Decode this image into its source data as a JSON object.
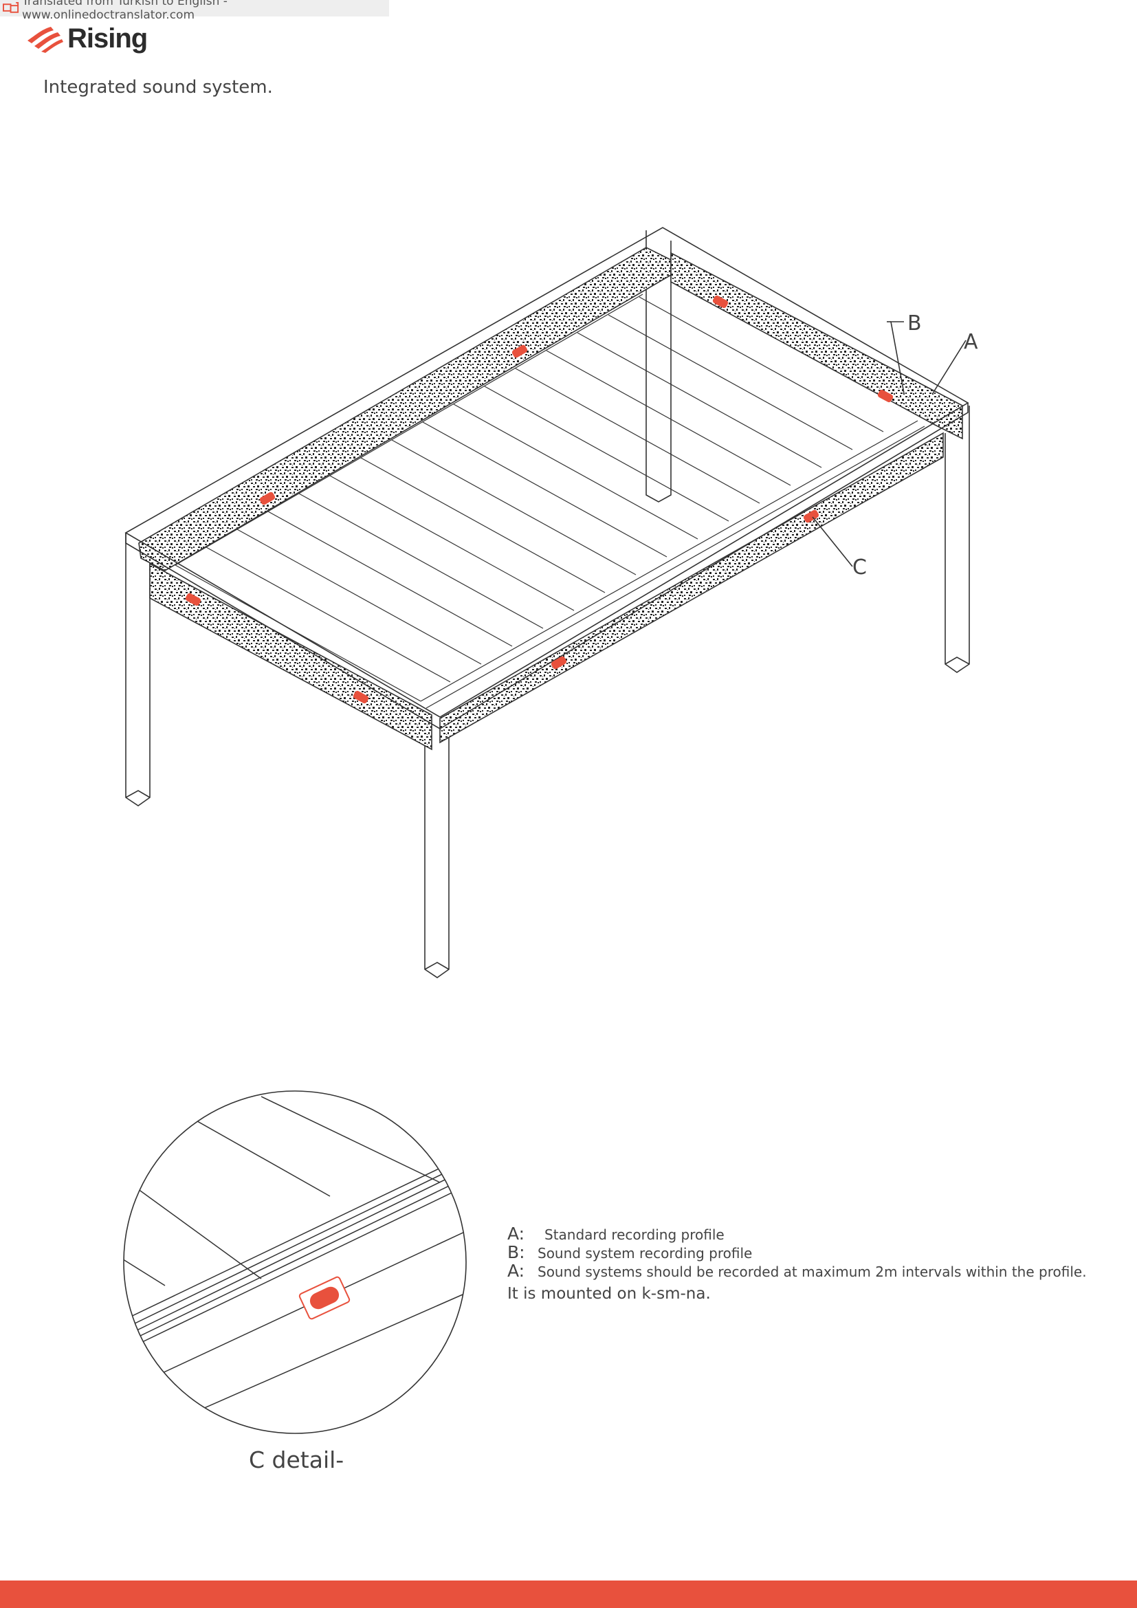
{
  "banner": {
    "text": "Translated from Turkish to English - www.onlinedoctranslator.com",
    "icon": "translate-icon"
  },
  "logo": {
    "text": "Rising",
    "icon": "rising-wave-logo"
  },
  "heading": "Integrated sound system.",
  "drawing": {
    "labels": {
      "a": "A",
      "b": "B",
      "c": "C"
    },
    "accent_color": "#e8513d"
  },
  "legend": {
    "items": [
      {
        "key": "A:",
        "text": "Standard recording profile"
      },
      {
        "key": "B:",
        "text": "Sound system recording profile"
      },
      {
        "key": "A:",
        "text": "Sound systems should be recorded at maximum 2m intervals within the profile."
      }
    ],
    "note": "It is mounted on k-sm-na."
  },
  "detail_caption": "C detail-",
  "footer_color": "#e8513d"
}
